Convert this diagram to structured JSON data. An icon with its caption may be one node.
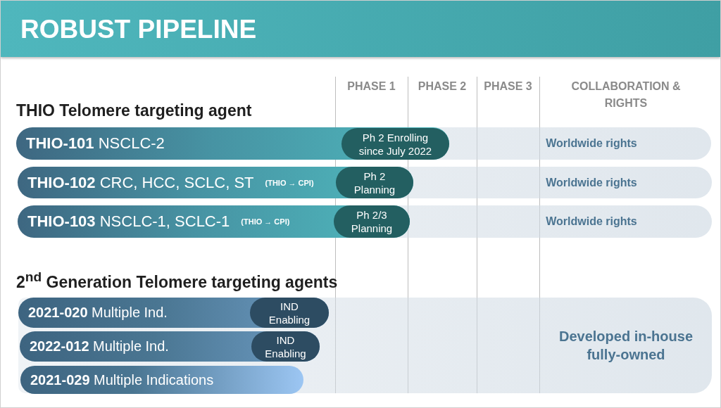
{
  "diagram": {
    "title": "ROBUST PIPELINE",
    "nodes": [
      {
        "text": [
          "Worldwide rights"
        ]
      },
      {
        "text": [
          "**THIO-101** NSCLC-2"
        ],
        "in": 0
      },
      {
        "text": [
          "Ph 2 Enrolling since July 2022"
        ],
        "in": 1
      },
      {
        "text": [
          "Worldwide rights"
        ]
      },
      {
        "text": [
          "**THIO-102** CRC, HCC, SCLC, ST",
          "(THIO → CPI)"
        ],
        "in": 3
      },
      {
        "text": [
          "Ph 2 Planning"
        ],
        "in": 4
      },
      {
        "text": [
          "Worldwide rights"
        ]
      },
      {
        "text": [
          "**THIO-103** NSCLC-1, SCLC-1",
          "(THIO → CPI)"
        ],
        "in": 6
      },
      {
        "text": [
          "Ph 2/3 Planning"
        ],
        "in": 7
      },
      {
        "text": [
          "Developed in-house fully-owned"
        ]
      },
      {
        "text": [
          "**2021-020** Multiple Ind."
        ],
        "in": 9
      },
      {
        "text": [
          "IND Enabling"
        ],
        "in": 10
      },
      {
        "text": [
          "**2022-012** Multiple Ind."
        ],
        "in": 9
      },
      {
        "text": [
          "IND Enabling"
        ],
        "in": 12
      },
      {
        "text": [
          "**2021-029** Multiple Indications"
        ],
        "in": 9
      }
    ],
    "labels": [
      "PHASE 1",
      "PHASE 2",
      "PHASE 3",
      "COLLABORATION & RIGHTS",
      "THIO Telomere targeting agent",
      "2$^{nd}$ Generation Telomere targeting agents"
    ]
  }
}
